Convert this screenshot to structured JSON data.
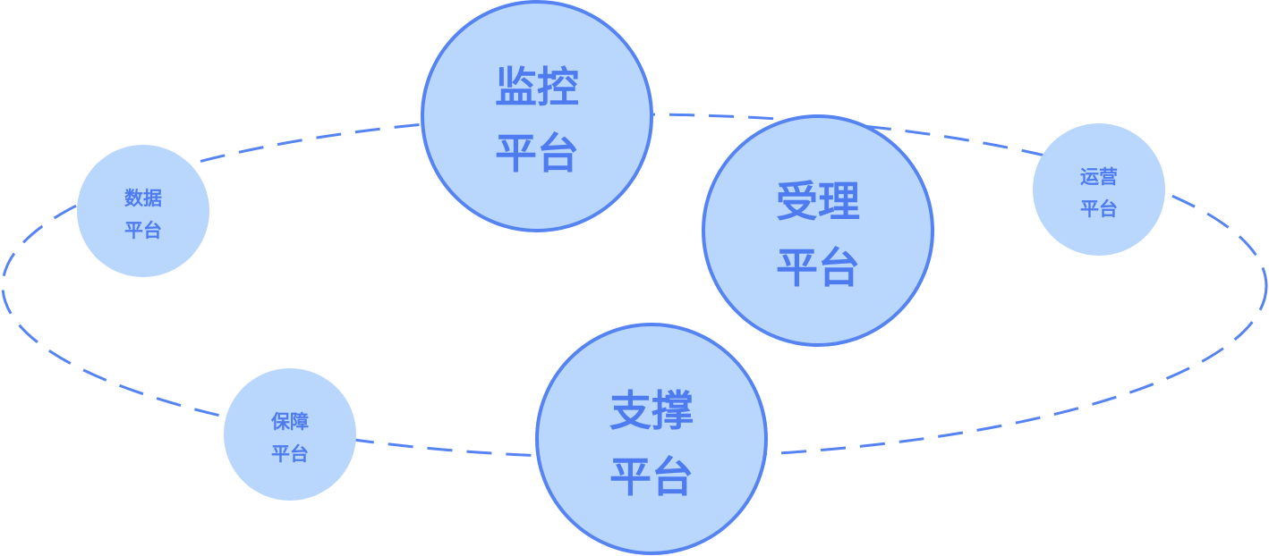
{
  "theme": {
    "node_fill": "#b9d6fd",
    "node_stroke": "#5583f2",
    "label_color": "#4e7cf0",
    "orbit_color": "#5583f2",
    "background": "#ffffff"
  },
  "nodes": [
    {
      "id": "monitor",
      "line1": "监控",
      "line2": "平台",
      "size": "large",
      "outlined": true
    },
    {
      "id": "accept",
      "line1": "受理",
      "line2": "平台",
      "size": "large",
      "outlined": true
    },
    {
      "id": "support",
      "line1": "支撑",
      "line2": "平台",
      "size": "large",
      "outlined": true
    },
    {
      "id": "data",
      "line1": "数据",
      "line2": "平台",
      "size": "small",
      "outlined": false
    },
    {
      "id": "ops",
      "line1": "运营",
      "line2": "平台",
      "size": "small",
      "outlined": false
    },
    {
      "id": "guarantee",
      "line1": "保障",
      "line2": "平台",
      "size": "small",
      "outlined": false
    }
  ]
}
